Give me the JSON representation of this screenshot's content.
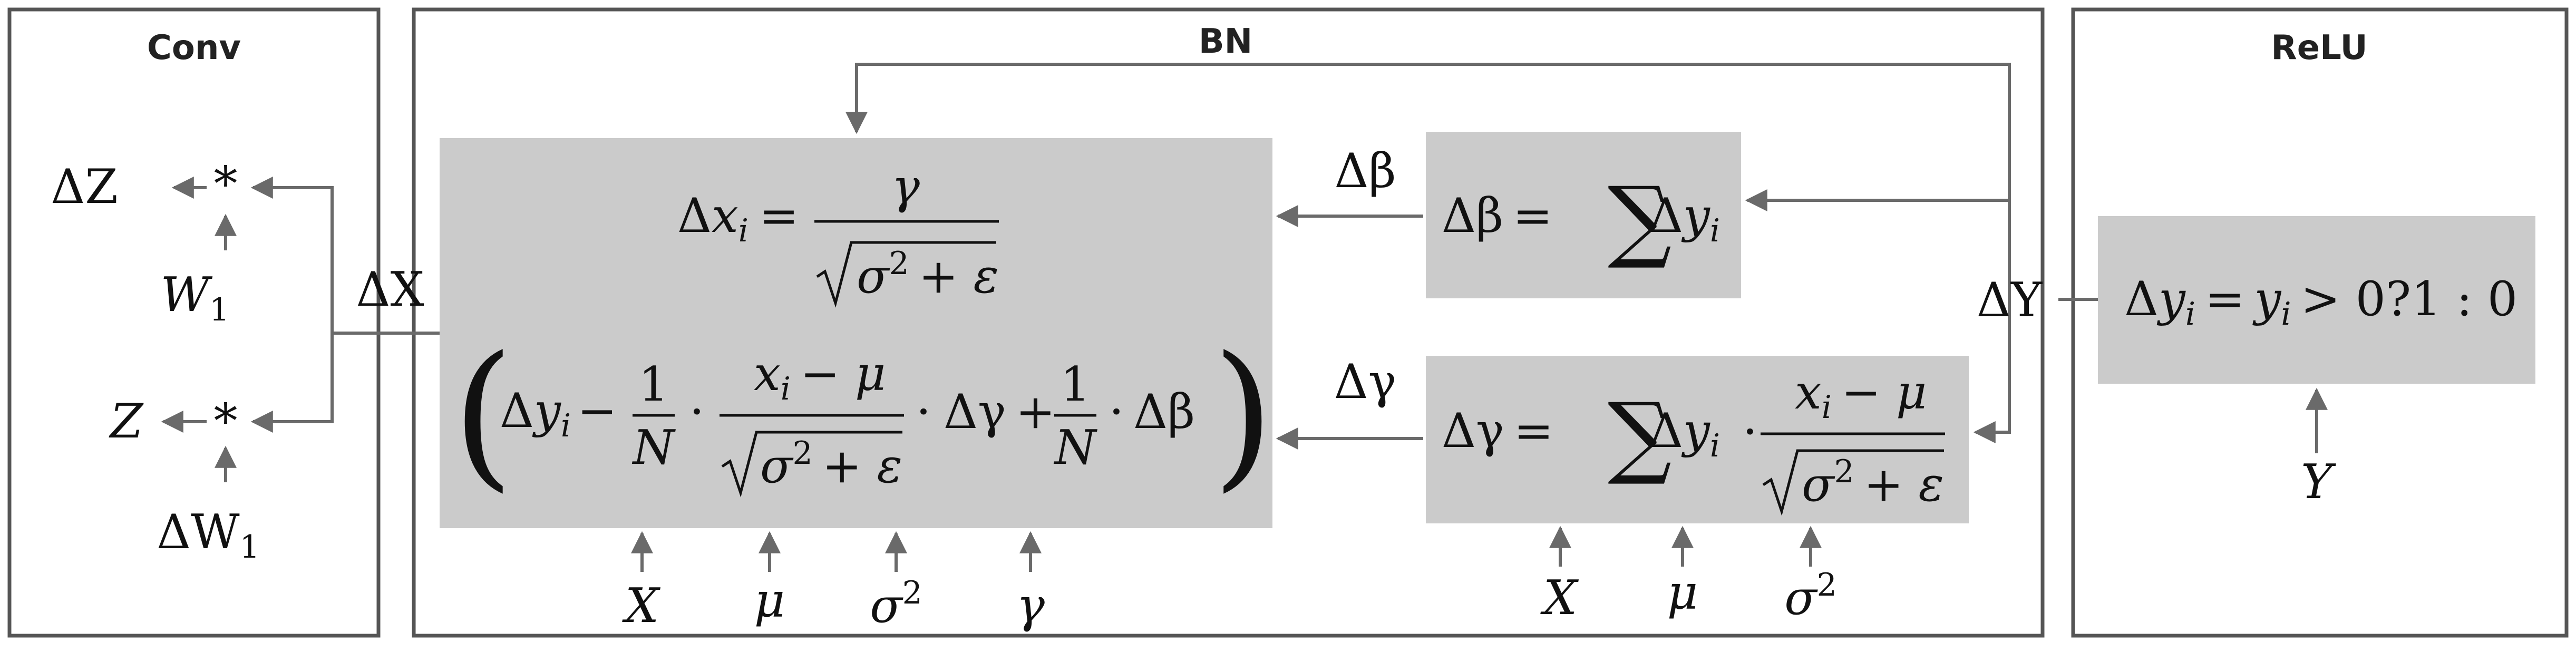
{
  "panels": {
    "conv": {
      "title": "Conv"
    },
    "bn": {
      "title": "BN"
    },
    "relu": {
      "title": "ReLU"
    }
  },
  "conv": {
    "dz": "ΔZ",
    "star": "*",
    "w1": "W",
    "w1_sub": "1",
    "z": "Z",
    "dw1": "ΔW",
    "dw1_sub": "1",
    "dx": "ΔX"
  },
  "bn": {
    "dx_formula": {
      "lhs_delta": "Δ",
      "lhs_var": "x",
      "lhs_sub": "i",
      "eq": "=",
      "frac_num": "γ",
      "frac_den": "σ",
      "frac_den_exp": "2",
      "frac_den_tail": "+ ε",
      "open_paren": "(",
      "close_paren": ")",
      "t1_delta": "Δ",
      "t1_var": "y",
      "t1_sub": "i",
      "minus": "−",
      "one": "1",
      "n": "N",
      "dot": "·",
      "f2_num_var": "x",
      "f2_num_sub": "i",
      "f2_num_tail": "− μ",
      "f2_den": "σ",
      "f2_den_exp": "2",
      "f2_den_tail": "+ ε",
      "dgamma": "Δγ",
      "plus": "+",
      "one2": "1",
      "n2": "N",
      "dbeta": "Δβ"
    },
    "dbeta_formula": {
      "lhs": "Δβ",
      "eq": "=",
      "sum": "∑",
      "delta": "Δ",
      "var": "y",
      "sub": "i"
    },
    "dgamma_formula": {
      "lhs": "Δγ",
      "eq": "=",
      "sum": "∑",
      "delta": "Δ",
      "var": "y",
      "sub": "i",
      "dot": "·",
      "num_var": "x",
      "num_sub": "i",
      "num_tail": "− μ",
      "den": "σ",
      "den_exp": "2",
      "den_tail": "+ ε"
    },
    "arrow_labels": {
      "dbeta": "Δβ",
      "dgamma": "Δγ"
    },
    "inputs_left": [
      {
        "sym": "X",
        "exp": ""
      },
      {
        "sym": "μ",
        "exp": ""
      },
      {
        "sym": "σ",
        "exp": "2"
      },
      {
        "sym": "γ",
        "exp": ""
      }
    ],
    "inputs_right": [
      {
        "sym": "X",
        "exp": ""
      },
      {
        "sym": "μ",
        "exp": ""
      },
      {
        "sym": "σ",
        "exp": "2"
      }
    ],
    "dy": "ΔY"
  },
  "relu": {
    "formula": {
      "delta": "Δ",
      "var": "y",
      "sub": "i",
      "eq": "=",
      "var2": "y",
      "sub2": "i",
      "tail": "> 0?1 : 0"
    },
    "y": "Y"
  }
}
